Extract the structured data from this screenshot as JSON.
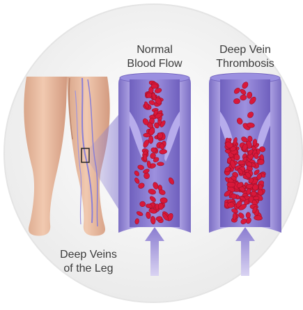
{
  "labels": {
    "normal_line1": "Normal",
    "normal_line2": "Blood Flow",
    "dvt_line1": "Deep Vein",
    "dvt_line2": "Thrombosis",
    "legs_line1": "Deep Veins",
    "legs_line2": "of the Leg"
  },
  "colors": {
    "background_disc": "#f3f3f3",
    "skin": "#e9bfa4",
    "vein_wall": "#a99ee0",
    "lumen": "#8d7fd1",
    "blood_cell": "#d8183a",
    "arrow": "#a79ad8"
  }
}
